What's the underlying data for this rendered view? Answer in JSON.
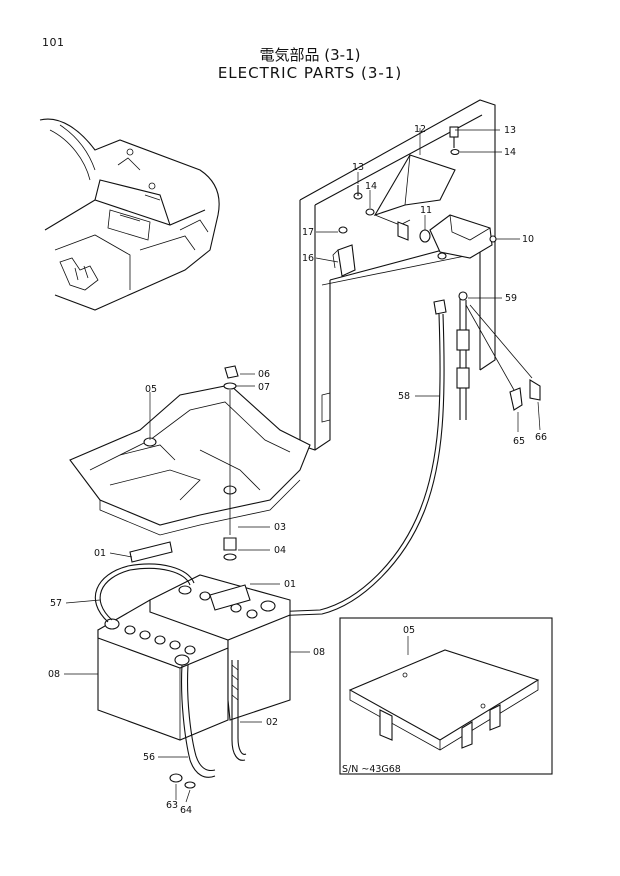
{
  "page_number": "101",
  "title_jp": "電気部品 (3-1)",
  "title_en": "ELECTRIC PARTS (3-1)",
  "labels": {
    "p01a": "01",
    "p01b": "01",
    "p02": "02",
    "p03": "03",
    "p04": "04",
    "p05": "05",
    "p05i": "05",
    "p06": "06",
    "p07": "07",
    "p08l": "08",
    "p08r": "08",
    "p10": "10",
    "p11": "11",
    "p12": "12",
    "p13a": "13",
    "p13b": "13",
    "p14a": "14",
    "p14b": "14",
    "p16": "16",
    "p17": "17",
    "p56": "56",
    "p57": "57",
    "p58": "58",
    "p59": "59",
    "p63": "63",
    "p64": "64",
    "p65": "65",
    "p66": "66"
  },
  "inset_sn": "S/N  ~43G68"
}
